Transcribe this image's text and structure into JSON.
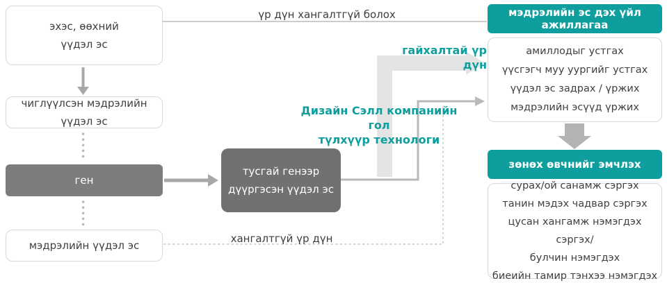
{
  "colors": {
    "teal": "#0f9e9e",
    "gene_gray": "#7d7d7d",
    "mid_gray": "#717171",
    "arrow_gray": "#a8a8a8",
    "light_arrow": "#e4e4e4"
  },
  "left": {
    "source_box": {
      "line1": "эхэс, өөхний",
      "line2": "үүдэл эс"
    },
    "directed_box": "чиглүүлсэн мэдрэлийн үүдэл эс",
    "gene_box": "ген",
    "neural_box": "мэдрэлийн үүдэл эс"
  },
  "center": {
    "loaded_box": {
      "line1": "тусгай генээр",
      "line2": "дүүргэсэн үүдэл эс"
    },
    "top_path_label": "үр дүн хангалтгүй болох",
    "bottom_path_label": "хангалтгүй үр дүн",
    "great_result_label": "гайхалтай үр дүн",
    "key_tech": {
      "line1": "Дизайн Сэлл компанийн гол",
      "line2": "түлхүүр технологи"
    }
  },
  "right": {
    "activity_header": "мэдрэлийн эс дэх үйл ажиллагаа",
    "activities": [
      "амиллодыг устгах",
      "үүсгэгч муу уургийг устгах",
      "үүдэл эс задрах / үржих",
      "мэдрэлийн эсүүд үржих"
    ],
    "treatment_header": "зөнөх өвчнийг эмчлэх",
    "treatments": [
      "сурах/ой санамж сэргэх",
      "танин мэдэх чадвар сэргэх",
      "цусан хангамж нэмэгдэх сэргэх/",
      "булчин нэмэгдэх",
      "биеийн тамир тэнхээ нэмэгдэх"
    ]
  }
}
